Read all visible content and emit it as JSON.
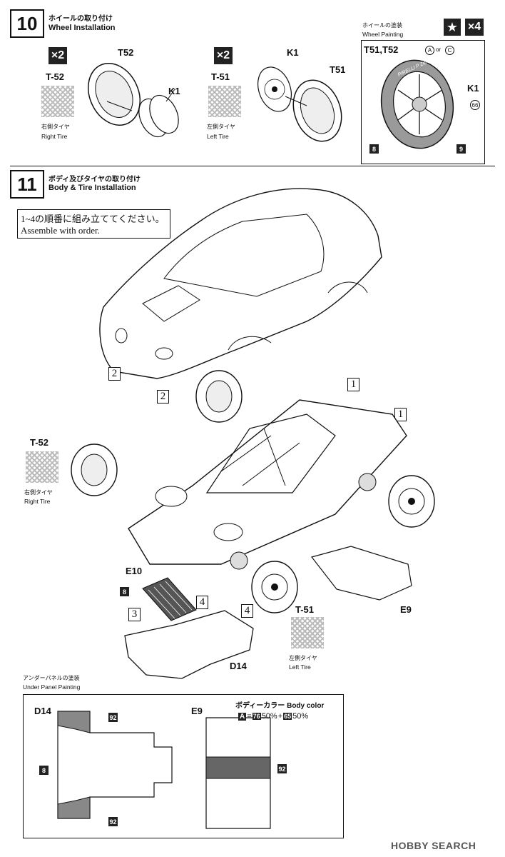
{
  "step10": {
    "number": "10",
    "title_jp": "ホイールの取り付け",
    "title_en": "Wheel Installation",
    "right": {
      "qty": "×2",
      "tire_code": "T-52",
      "part_tire": "T52",
      "part_wheel": "K1",
      "label_jp": "右側タイヤ",
      "label_en": "Right Tire"
    },
    "left": {
      "qty": "×2",
      "tire_code": "T-51",
      "part_tire": "T51",
      "part_wheel": "K1",
      "label_jp": "左側タイヤ",
      "label_en": "Left Tire"
    },
    "painting": {
      "title_jp": "ホイールの塗装",
      "title_en": "Wheel Painting",
      "star_qty": "×4",
      "parts": "T51,T52",
      "opt_a": "A",
      "opt_or": "or",
      "opt_c": "C",
      "wheel": "K1",
      "color_66": "66",
      "color_8": "8",
      "color_9": "9",
      "sidewall": "PIRELLI P Zero"
    }
  },
  "step11": {
    "number": "11",
    "title_jp": "ボディ及びタイヤの取り付け",
    "title_en": "Body & Tire Installation",
    "note_jp": "1~4の順番に組み立ててください。",
    "note_en": "Assemble with order.",
    "order": [
      "1",
      "1",
      "2",
      "2",
      "3",
      "3",
      "4",
      "4"
    ],
    "right_tire": {
      "code": "T-52",
      "label_jp": "右側タイヤ",
      "label_en": "Right Tire"
    },
    "left_tire": {
      "code": "T-51",
      "label_jp": "左側タイヤ",
      "label_en": "Left Tire"
    },
    "parts": {
      "e10": "E10",
      "e9": "E9",
      "d14": "D14",
      "color_8": "8"
    }
  },
  "under_panel": {
    "title_jp": "アンダーパネルの塗装",
    "title_en": "Under Panel Painting",
    "d14": "D14",
    "e9": "E9",
    "color_92": "92",
    "color_8": "8",
    "body_color_jp": "ボディーカラー",
    "body_color_en": "Body color",
    "formula": {
      "a": "A",
      "eq": "=",
      "c76": "76",
      "p1": "50%",
      "plus": "+",
      "c65": "65",
      "p2": "50%"
    }
  },
  "watermark": "HOBBY SEARCH"
}
